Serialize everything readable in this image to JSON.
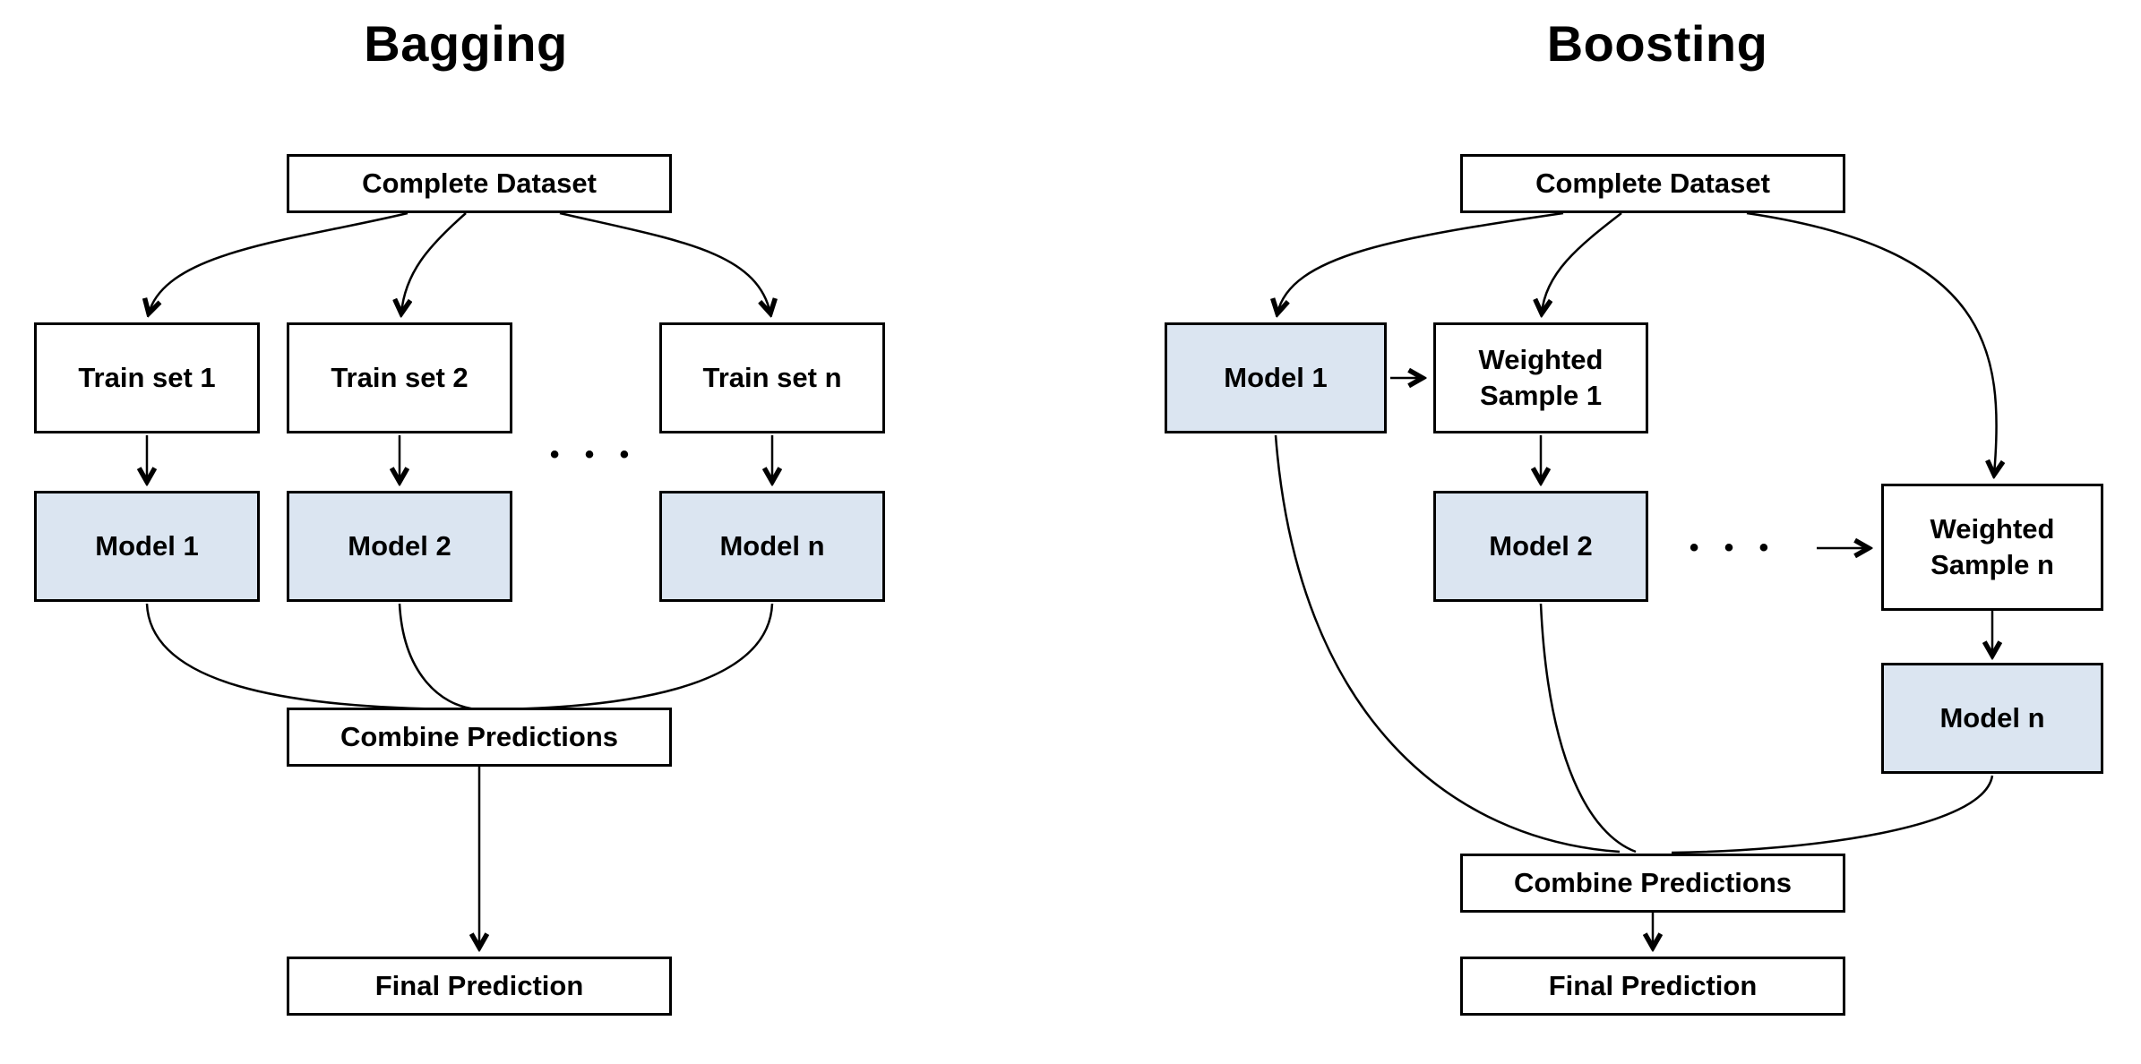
{
  "colors": {
    "model_fill": "#dbe5f1",
    "line": "#000000",
    "background": "#ffffff"
  },
  "bagging": {
    "title": "Bagging",
    "nodes": {
      "complete_dataset": "Complete Dataset",
      "train_set_1": "Train set 1",
      "train_set_2": "Train set 2",
      "train_set_n": "Train set n",
      "model_1": "Model 1",
      "model_2": "Model 2",
      "model_n": "Model n",
      "combine_predictions": "Combine Predictions",
      "final_prediction": "Final Prediction"
    },
    "ellipsis": "• • •"
  },
  "boosting": {
    "title": "Boosting",
    "nodes": {
      "complete_dataset": "Complete Dataset",
      "model_1": "Model 1",
      "weighted_sample_1": "Weighted Sample 1",
      "model_2": "Model 2",
      "weighted_sample_n": "Weighted Sample n",
      "model_n": "Model n",
      "combine_predictions": "Combine Predictions",
      "final_prediction": "Final Prediction"
    },
    "ellipsis": "• • •"
  }
}
